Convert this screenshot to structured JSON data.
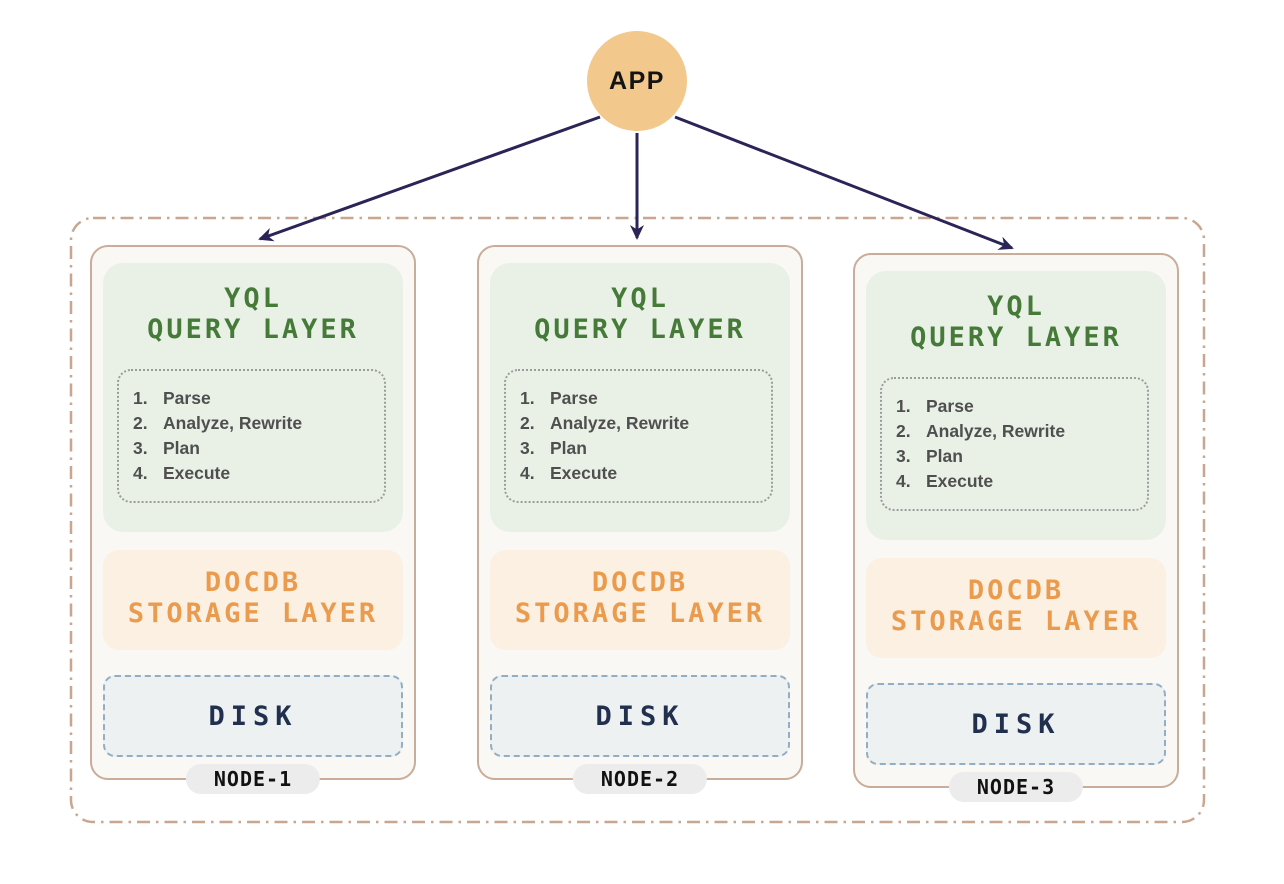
{
  "app": {
    "label": "APP"
  },
  "nodes": [
    {
      "name": "NODE-1",
      "query_layer": {
        "title_line1": "YQL",
        "title_line2": "QUERY LAYER",
        "steps": [
          {
            "num": "1.",
            "text": "Parse"
          },
          {
            "num": "2.",
            "text": "Analyze, Rewrite"
          },
          {
            "num": "3.",
            "text": "Plan"
          },
          {
            "num": "4.",
            "text": "Execute"
          }
        ]
      },
      "storage_layer": {
        "title_line1": "DOCDB",
        "title_line2": "STORAGE LAYER"
      },
      "disk": {
        "label": "DISK"
      }
    },
    {
      "name": "NODE-2",
      "query_layer": {
        "title_line1": "YQL",
        "title_line2": "QUERY LAYER",
        "steps": [
          {
            "num": "1.",
            "text": "Parse"
          },
          {
            "num": "2.",
            "text": "Analyze, Rewrite"
          },
          {
            "num": "3.",
            "text": "Plan"
          },
          {
            "num": "4.",
            "text": "Execute"
          }
        ]
      },
      "storage_layer": {
        "title_line1": "DOCDB",
        "title_line2": "STORAGE LAYER"
      },
      "disk": {
        "label": "DISK"
      }
    },
    {
      "name": "NODE-3",
      "query_layer": {
        "title_line1": "YQL",
        "title_line2": "QUERY LAYER",
        "steps": [
          {
            "num": "1.",
            "text": "Parse"
          },
          {
            "num": "2.",
            "text": "Analyze, Rewrite"
          },
          {
            "num": "3.",
            "text": "Plan"
          },
          {
            "num": "4.",
            "text": "Execute"
          }
        ]
      },
      "storage_layer": {
        "title_line1": "DOCDB",
        "title_line2": "STORAGE LAYER"
      },
      "disk": {
        "label": "DISK"
      }
    }
  ],
  "colors": {
    "app_circle": "#f3c88c",
    "arrow": "#2b2457",
    "query_title": "#457a38",
    "query_bg": "#e9f1e7",
    "storage_title": "#ea9b4d",
    "storage_bg": "#fbf0e1",
    "disk_bg": "#edf1f1",
    "disk_border": "#92aec4",
    "disk_text": "#22304f",
    "card_border": "#c9ac99",
    "card_bg": "#faf8f4",
    "outer_border": "#c9a68f",
    "pill_bg": "#ececec",
    "steps_text": "#4f4f4f"
  }
}
